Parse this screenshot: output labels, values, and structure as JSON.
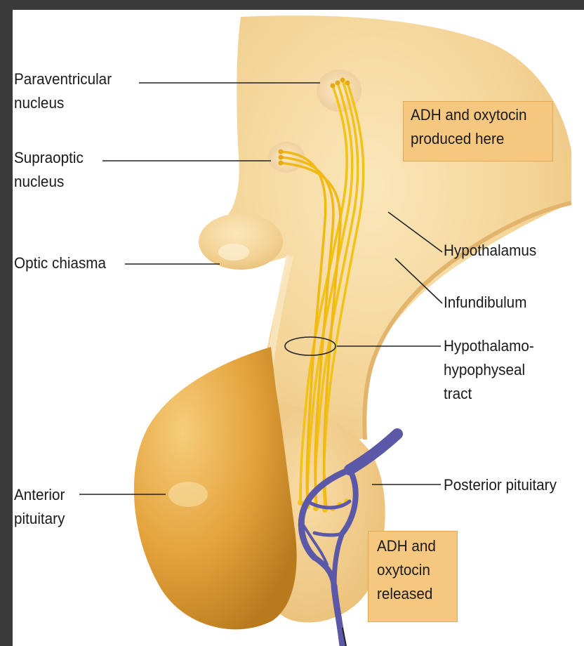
{
  "labels": {
    "paraventricular": [
      "Paraventricular",
      "nucleus"
    ],
    "supraoptic": [
      "Supraoptic",
      "nucleus"
    ],
    "optic_chiasma": "Optic chiasma",
    "anterior_pituitary": [
      "Anterior",
      "pituitary"
    ],
    "hypothalamus": "Hypothalamus",
    "infundibulum": "Infundibulum",
    "tract": [
      "Hypothalamo-",
      "hypophyseal",
      "tract"
    ],
    "posterior_pituitary": "Posterior pituitary",
    "produced_box": [
      "ADH and oxytocin",
      "produced here"
    ],
    "released_box": [
      "ADH and",
      "oxytocin",
      "released"
    ]
  },
  "colors": {
    "hypothalamus_tissue": "#f3d89c",
    "anterior_pituitary": "#e1a23c",
    "neuron_fibers": "#f2c21a",
    "vein": "#5b58a8",
    "label_box": "#f5c77f"
  }
}
